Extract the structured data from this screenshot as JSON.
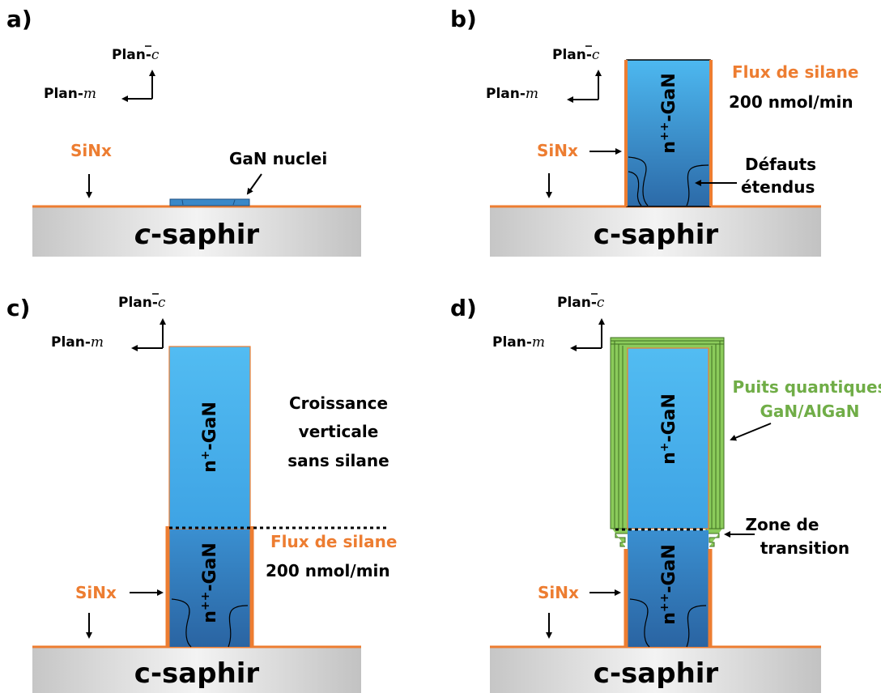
{
  "panels": [
    {
      "label": "a)"
    },
    {
      "label": "b)"
    },
    {
      "label": "c)"
    },
    {
      "label": "d)"
    }
  ],
  "substrate": {
    "italic": "c",
    "rest": "-saphir"
  },
  "axes": {
    "c_plane_prefix": "Plan-",
    "c_plane_symbol": "c",
    "m_plane_prefix": "Plan-",
    "m_plane_symbol": "m"
  },
  "labels": {
    "sinx": "SiNx",
    "gan_nuclei": "GaN nuclei",
    "silane_flux": "Flux de silane",
    "silane_rate": "200 nmol/min",
    "defects_line1": "Défauts",
    "defects_line2": "étendus",
    "growth_line1": "Croissance",
    "growth_line2": "verticale",
    "growth_line3": "sans silane",
    "qw_line1": "Puits quantiques",
    "qw_line2": "GaN/AlGaN",
    "transition_line1": "Zone de",
    "transition_line2": "transition"
  },
  "layers": {
    "npp_prefix": "n",
    "npp_sup": "++",
    "npp_suffix": "-GaN",
    "np_prefix": "n",
    "np_sup": "+",
    "np_suffix": "-GaN"
  },
  "colors": {
    "orange": "#ED7D31",
    "green": "#70AD47",
    "gan_light": "#4DB5EE",
    "gan_dark": "#2A6DAE",
    "substrate_light": "#F0F0F0",
    "substrate_dark": "#C4C4C4"
  }
}
